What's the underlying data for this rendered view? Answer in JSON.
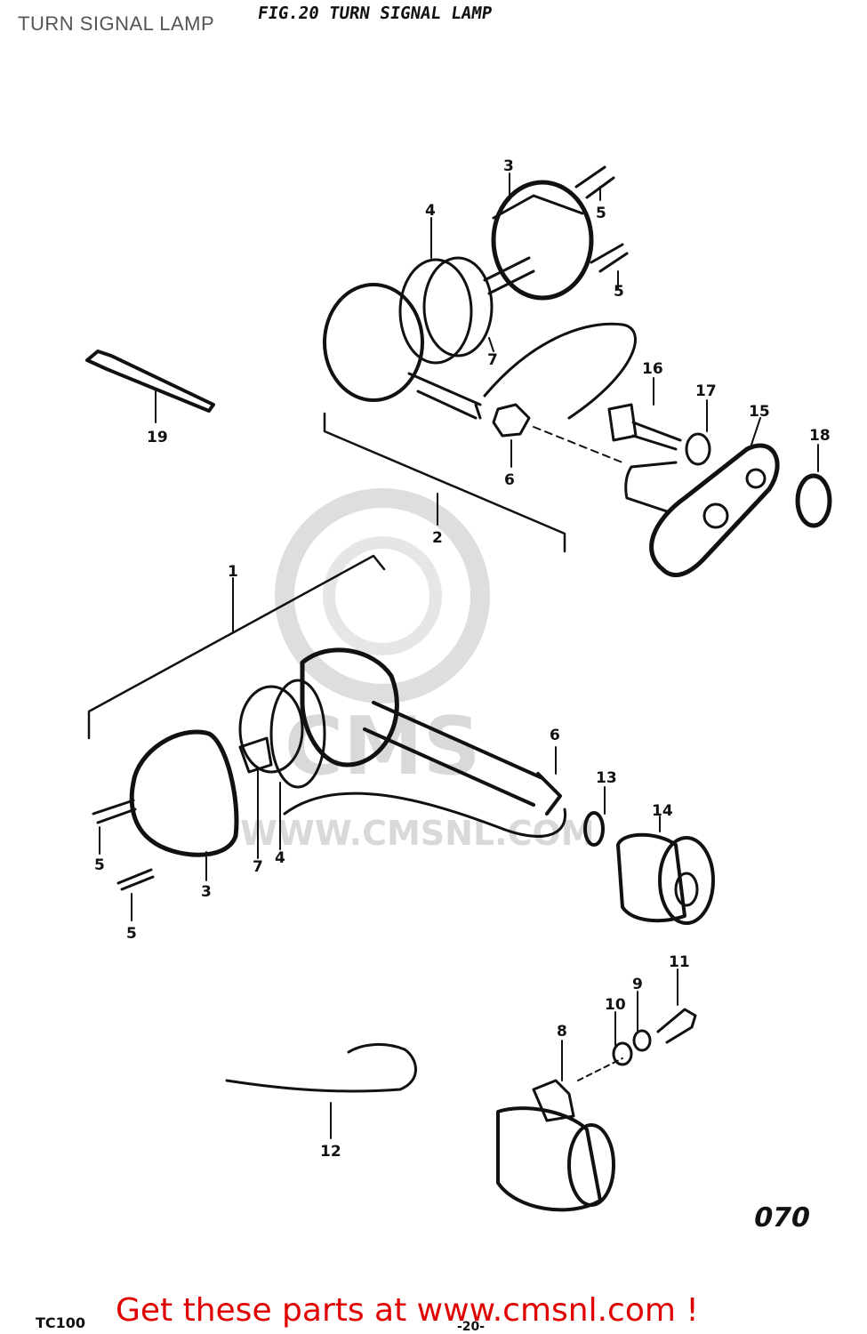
{
  "page": {
    "title": "TURN SIGNAL LAMP",
    "figure_caption": "FIG.20  TURN SIGNAL LAMP",
    "drawing_code": "070",
    "model_code": "TC100",
    "page_number": "-20-"
  },
  "watermark": {
    "brand": "CMS",
    "url": "WWW.CMSNL.COM"
  },
  "promo": {
    "link_text": "Get these parts at www.cmsnl.com !",
    "color": "#e00000"
  },
  "part_labels": {
    "front_lens": "3",
    "front_ring": "4",
    "front_screw_a": "5",
    "front_screw_b": "5",
    "front_socket": "7",
    "front_nut": "6",
    "front_bolt": "16",
    "front_washer": "17",
    "front_bracket": "15",
    "front_washer_b": "18",
    "front_assembly": "2",
    "tool": "19",
    "rear_assembly": "1",
    "rear_nut": "6",
    "rear_washer": "13",
    "rear_grommet": "14",
    "rear_socket": "7",
    "rear_ring": "4",
    "rear_lens": "3",
    "rear_screw_a": "5",
    "rear_screw_b": "5",
    "relay_bolt": "11",
    "relay_washer": "9",
    "relay_washer_b": "10",
    "relay": "8",
    "relay_wire": "12"
  }
}
